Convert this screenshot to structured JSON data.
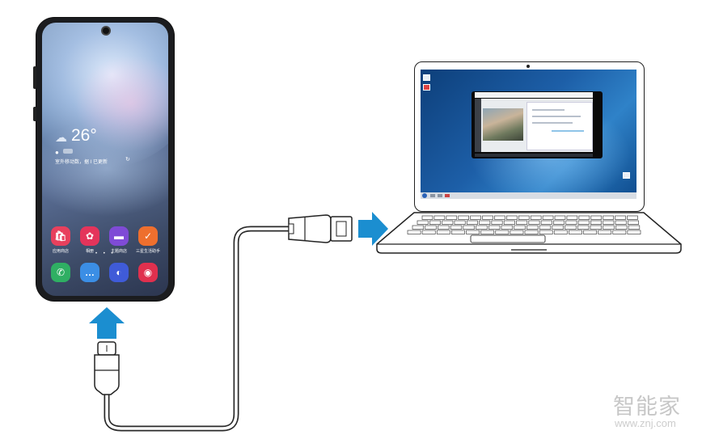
{
  "phone": {
    "temperature": "26°",
    "status_line": "室外移动数，据 I 已更新",
    "apps_row1": [
      {
        "label": "应用商店",
        "color": "#e8405d",
        "icon": "store-icon"
      },
      {
        "label": "相册",
        "color": "#e4345b",
        "icon": "gallery-icon"
      },
      {
        "label": "主题商店",
        "color": "#7f4bd6",
        "icon": "theme-icon"
      },
      {
        "label": "三星生活助手",
        "color": "#ee6f2e",
        "icon": "check-icon"
      }
    ],
    "apps_dock": [
      {
        "label": "",
        "color": "#2faf63",
        "icon": "phone-icon"
      },
      {
        "label": "",
        "color": "#3b8ee5",
        "icon": "message-icon"
      },
      {
        "label": "",
        "color": "#3f5bd8",
        "icon": "internet-icon"
      },
      {
        "label": "",
        "color": "#e0304e",
        "icon": "camera-icon"
      }
    ],
    "nav": [
      "|||",
      "▢",
      "‹"
    ]
  },
  "watermark": {
    "brand": "智能家",
    "url": "www.znj.com"
  },
  "colors": {
    "arrow": "#1b8ed0",
    "cable": "#2a2a2a",
    "screen_bg": "#1d5fa8"
  }
}
